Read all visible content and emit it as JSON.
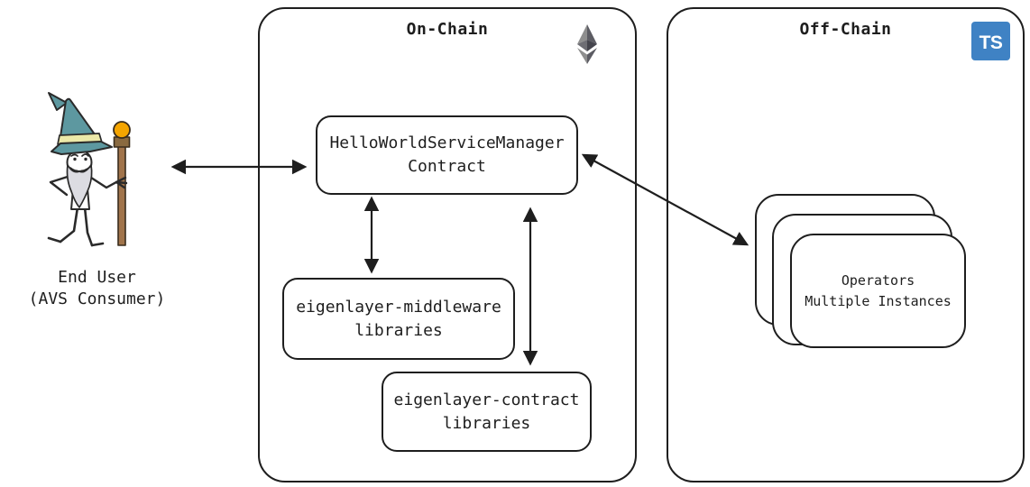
{
  "end_user": {
    "line1": "End User",
    "line2": "(AVS Consumer)"
  },
  "on_chain": {
    "title": "On-Chain",
    "icon": "ethereum-icon",
    "service_manager": {
      "line1": "HelloWorldServiceManager",
      "line2": "Contract"
    },
    "middleware": {
      "line1": "eigenlayer-middleware",
      "line2": "libraries"
    },
    "contract_libs": {
      "line1": "eigenlayer-contract",
      "line2": "libraries"
    }
  },
  "off_chain": {
    "title": "Off-Chain",
    "icon": "typescript-icon",
    "ts_icon_text": "TS",
    "operators": {
      "line1": "Operators",
      "line2": "Multiple Instances"
    }
  },
  "colors": {
    "stroke": "#1e1e1e",
    "typescript_blue": "#3f82c4",
    "eth_gray_light": "#8e8e8e",
    "eth_gray_dark": "#5c5c63",
    "wizard_hat_teal": "#5d98a0",
    "wizard_hat_band": "#ece9a8",
    "wizard_beard_gray": "#dcdce2",
    "staff_brown": "#a1744b",
    "staff_orb_orange": "#f5a500"
  }
}
